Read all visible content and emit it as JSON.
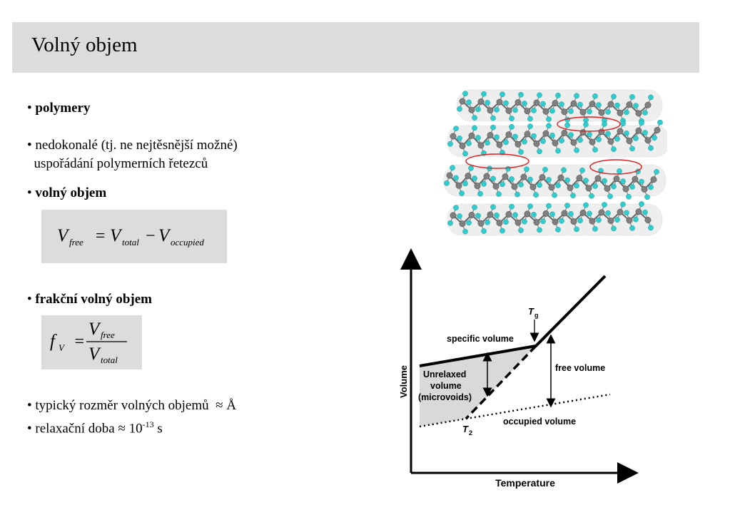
{
  "title": "Volný objem",
  "bullets": {
    "polymery": "polymery",
    "imperfect_line1": "nedokonalé (tj. ne nejtěsnější možné)",
    "imperfect_line2": "uspořádání polymerních řetezců",
    "free_volume": "volný objem",
    "fractional": "frakční volný objem",
    "typical_size": "typický rozměr volných objemů",
    "typical_size_value": "≈ Å",
    "relaxation": "relaxační doba ≈ 10",
    "relaxation_exp": "-13",
    "relaxation_unit": " s"
  },
  "formula1": {
    "V": "V",
    "sub_free": "free",
    "eq": "=",
    "sub_total": "total",
    "minus": "−",
    "sub_occupied": "occupied"
  },
  "formula2": {
    "f": "f",
    "sub_V": "V",
    "eq": "=",
    "num_V": "V",
    "num_sub": "free",
    "den_V": "V",
    "den_sub": "total"
  },
  "graph": {
    "y_axis": "Volume",
    "x_axis": "Temperature",
    "tg": "T",
    "tg_sub": "g",
    "t2": "T",
    "t2_sub": "2",
    "specific_volume": "specific volume",
    "free_volume": "free volume",
    "occupied_volume": "occupied volume",
    "unrelaxed_1": "Unrelaxed",
    "unrelaxed_2": "volume",
    "unrelaxed_3": "(microvoids)"
  },
  "colors": {
    "title_bg": "#dcdcdc",
    "formula_bg": "#dcdcdc",
    "atom_carbon": "#7f7f7f",
    "atom_hydrogen": "#33cccc",
    "void_ellipse": "#dd2222",
    "shaded_region": "#d9d9d9"
  }
}
